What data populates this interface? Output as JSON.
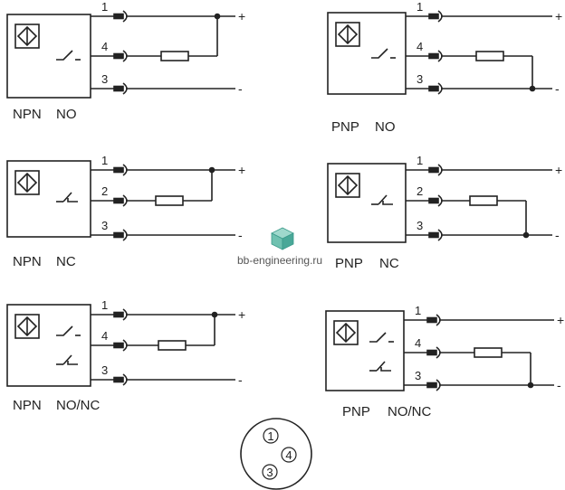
{
  "diagrams": [
    {
      "type": "NPN",
      "mode": "NO",
      "pins": [
        "1",
        "4",
        "3"
      ],
      "plus": "+",
      "minus": "-"
    },
    {
      "type": "PNP",
      "mode": "NO",
      "pins": [
        "1",
        "4",
        "3"
      ],
      "plus": "+",
      "minus": "-"
    },
    {
      "type": "NPN",
      "mode": "NC",
      "pins": [
        "1",
        "2",
        "3"
      ],
      "plus": "+",
      "minus": "-"
    },
    {
      "type": "PNP",
      "mode": "NC",
      "pins": [
        "1",
        "2",
        "3"
      ],
      "plus": "+",
      "minus": "-"
    },
    {
      "type": "NPN",
      "mode": "NO/NC",
      "pins": [
        "1",
        "4",
        "3"
      ],
      "plus": "+",
      "minus": "-"
    },
    {
      "type": "PNP",
      "mode": "NO/NC",
      "pins": [
        "1",
        "4",
        "3"
      ],
      "plus": "+",
      "minus": "-"
    }
  ],
  "watermark": {
    "text": "bb-engineering.ru"
  },
  "connector": {
    "pins": [
      "1",
      "4",
      "3"
    ]
  },
  "colors": {
    "line": "#222222",
    "watermark_icon": "#3a9a8a"
  }
}
